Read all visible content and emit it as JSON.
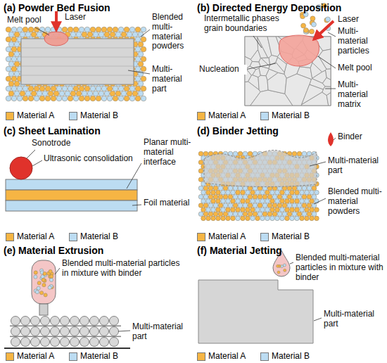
{
  "diagram": {
    "labels": [
      "(a) Powder Bed Fusion",
      "Melt pool",
      "Laser",
      "Blended multi-material powders",
      "Multi-material part",
      "(b) Directed Energy Deposition",
      "Intermetallic phases grain boundaries",
      "Laser",
      "Multi-material particles",
      "Nucleation",
      "Melt pool",
      "Multi-material matrix",
      "(c) Sheet Lamination",
      "Sonotrode",
      "Ultrasonic consolidation",
      "Planar multi-material interface",
      "Foil material",
      "(d) Binder Jetting",
      "Binder",
      "Multi-material part",
      "Blended multi-material powders",
      "(e) Material Extrusion",
      "Blended multi-material particles in mixture with binder",
      "Multi-material part",
      "(f) Material Jetting",
      "Blended multi-material particles in mixture with binder",
      "Multi-material part"
    ],
    "legend": [
      {
        "text": "Material A",
        "color": "#f6b544"
      },
      {
        "text": "Material B",
        "color": "#bcdcf2"
      },
      {
        "text": "Material A",
        "color": "#f6b544"
      },
      {
        "text": "Material B",
        "color": "#bcdcf2"
      },
      {
        "text": "Material A",
        "color": "#f6b544"
      },
      {
        "text": "Material B",
        "color": "#bcdcf2"
      },
      {
        "text": "Material A",
        "color": "#f6b544"
      },
      {
        "text": "Material B",
        "color": "#bcdcf2"
      },
      {
        "text": "Material A",
        "color": "#f6b544"
      },
      {
        "text": "Material B",
        "color": "#bcdcf2"
      },
      {
        "text": "Material A",
        "color": "#f6b544"
      },
      {
        "text": "Material B",
        "color": "#bcdcf2"
      }
    ]
  }
}
